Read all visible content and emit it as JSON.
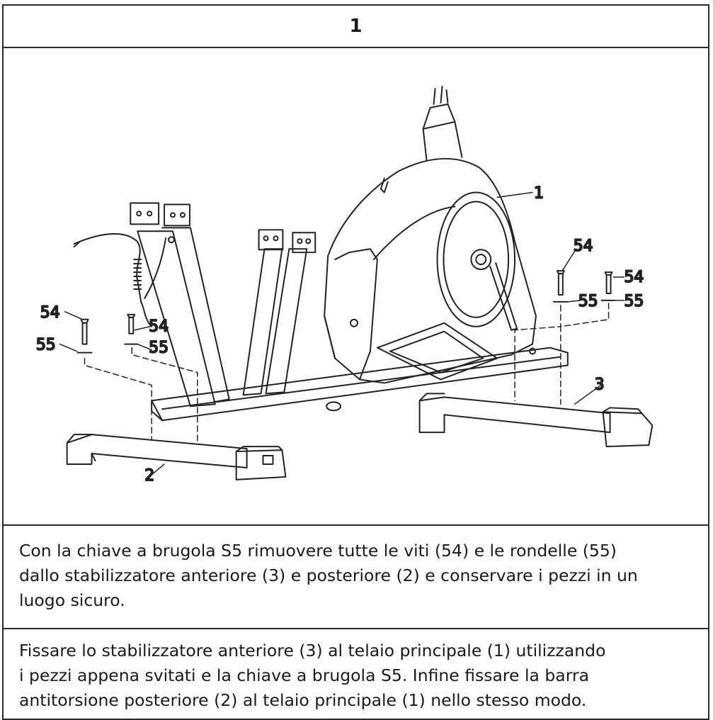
{
  "step": {
    "number": "1"
  },
  "figure": {
    "labels": {
      "part_1": "1",
      "part_2": "2",
      "part_3": "3",
      "screw_left_outer": "54",
      "washer_left_outer": "55",
      "screw_left_inner": "54",
      "washer_left_inner": "55",
      "screw_right_inner": "54",
      "washer_right_inner": "55",
      "screw_right_outer": "54",
      "washer_right_outer": "55"
    }
  },
  "instructions": [
    {
      "lines": [
        "Con la chiave a brugola S5 rimuovere tutte le viti (54) e le rondelle (55)",
        "dallo stabilizzatore anteriore (3) e posteriore (2) e conservare i pezzi in un",
        "luogo sicuro."
      ]
    },
    {
      "lines": [
        "Fissare lo stabilizzatore anteriore (3) al telaio principale (1) utilizzando",
        "i pezzi appena svitati e la chiave a brugola S5. Infine fissare la barra",
        "antitorsione posteriore (2) al telaio principale (1) nello stesso modo."
      ]
    }
  ]
}
